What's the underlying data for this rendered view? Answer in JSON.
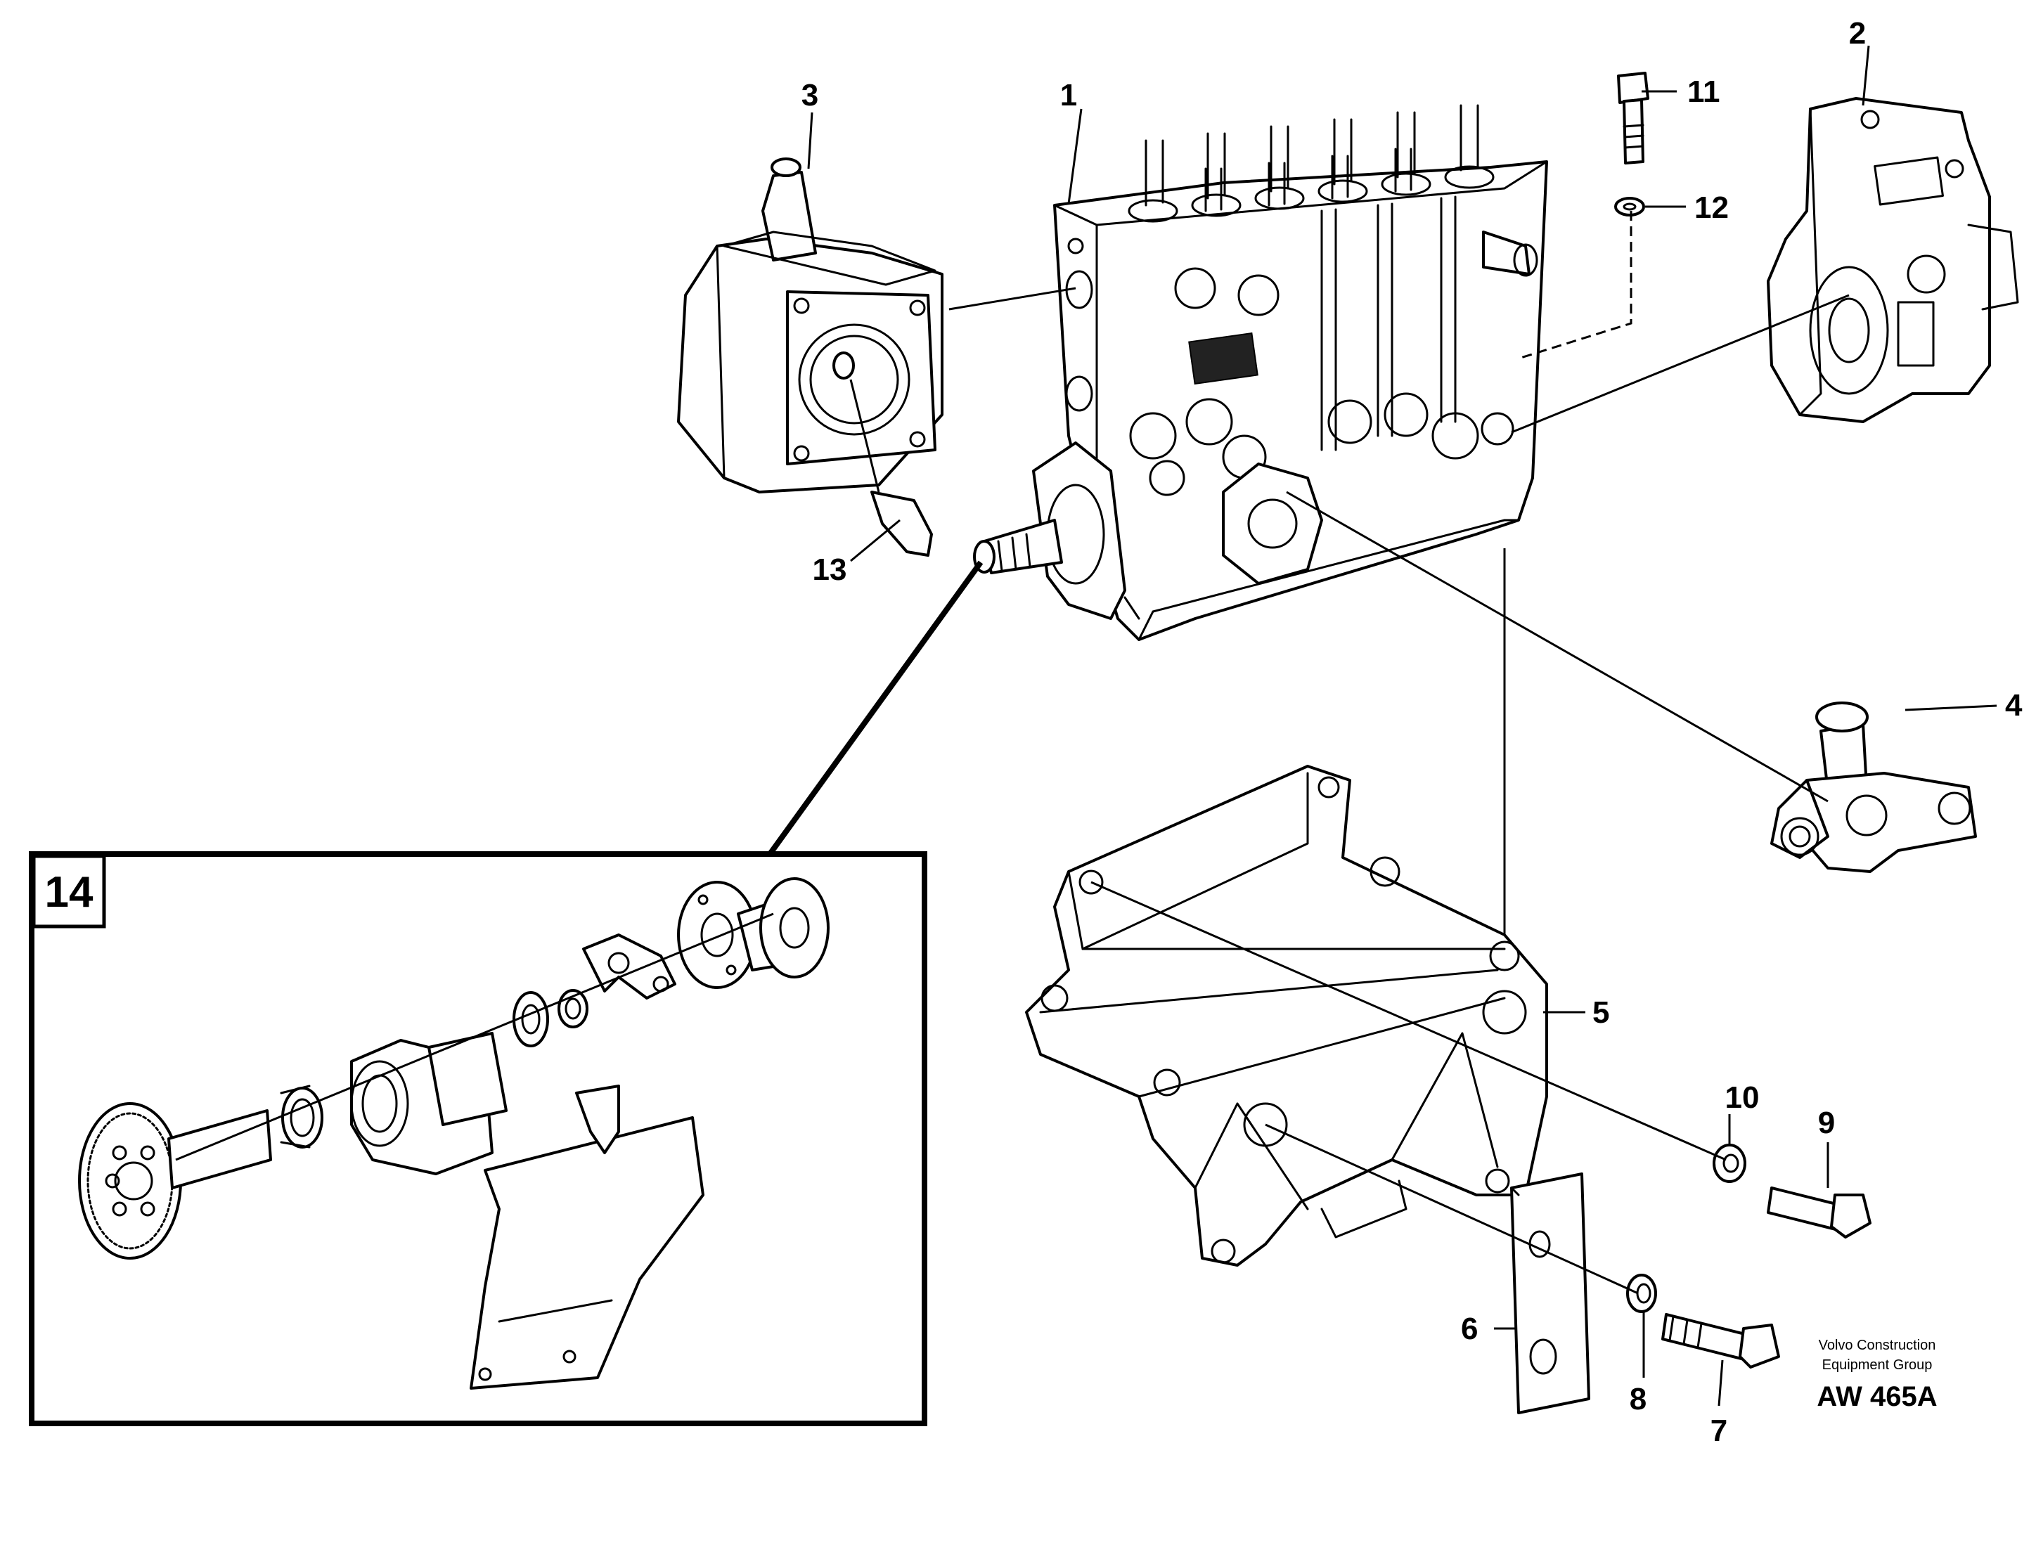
{
  "diagram": {
    "callouts": [
      {
        "id": "1",
        "label": "1"
      },
      {
        "id": "2",
        "label": "2"
      },
      {
        "id": "3",
        "label": "3"
      },
      {
        "id": "4",
        "label": "4"
      },
      {
        "id": "5",
        "label": "5"
      },
      {
        "id": "6",
        "label": "6"
      },
      {
        "id": "7",
        "label": "7"
      },
      {
        "id": "8",
        "label": "8"
      },
      {
        "id": "9",
        "label": "9"
      },
      {
        "id": "10",
        "label": "10"
      },
      {
        "id": "11",
        "label": "11"
      },
      {
        "id": "12",
        "label": "12"
      },
      {
        "id": "13",
        "label": "13"
      }
    ],
    "detail_box_label": "14",
    "publisher_line1": "Volvo Construction",
    "publisher_line2": "Equipment Group",
    "drawing_code": "AW 465A"
  }
}
